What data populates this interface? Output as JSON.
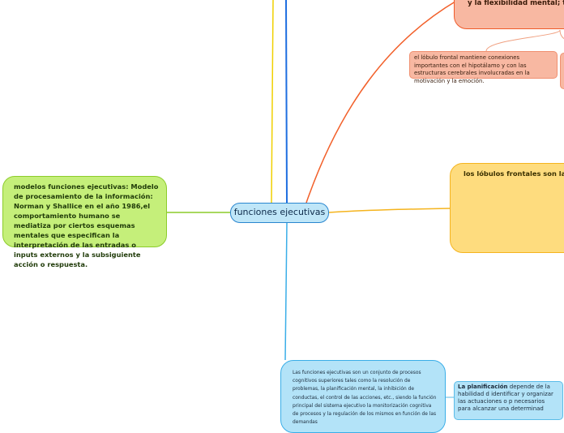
{
  "center": {
    "label": "funciones ejecutivas"
  },
  "nodes": {
    "models": "modelos funciones ejecutivas: Modelo de procesamiento de la información: Norman y Shallice en el año 1986,el comportamiento humano se mediatiza por ciertos esquemas mentales que especifican la interpretación de las entradas o inputs externos y la subsiguiente acción o respuesta.",
    "frontal_lobes": "los lóbulos frontales son la parte\nsubyacente a aquellos aspectos q\ndefinen y caracterizan como hum\nson el lenguaje, la personalidad,\ninteligencia, el pensamiento abst\nfunciones ejecutivas, la cognición\ncontrol atencional,\nRedolar Ripoll, D. (2014). Neurop\nBarcelona, Spain: Editorial UOC.",
    "top_orange": "y la flexibilidad mental; ta\nmoralidad, la conducta é\nautoconciencia.",
    "hypothalamus": "el lóbulo frontal mantiene conexiones importantes con el hipotálamo y con las estructuras cerebrales involucradas en la motivación y la emoción.",
    "definition": "Las funciones ejecutivas son un conjunto de procesos cognitivos superiores tales como la resolución de problemas, la planificación mental, la inhibición de conductas, el control de las acciones, etc., siendo la función principal del sistema ejecutivo la monitorización cognitiva de procesos y la regulación de los mismos en función de las demandas",
    "planning_bold": "La planificación",
    "planning_rest": " depende de la habilidad d\nidentificar y organizar las actuaciones o p\nnecesarios para alcanzar una determinad"
  },
  "colors": {
    "center": "#bfe6f8",
    "green": "#c5ef7a",
    "yellow": "#fedc7e",
    "orange": "#f8b8a2",
    "blue": "#b3e3f8"
  }
}
